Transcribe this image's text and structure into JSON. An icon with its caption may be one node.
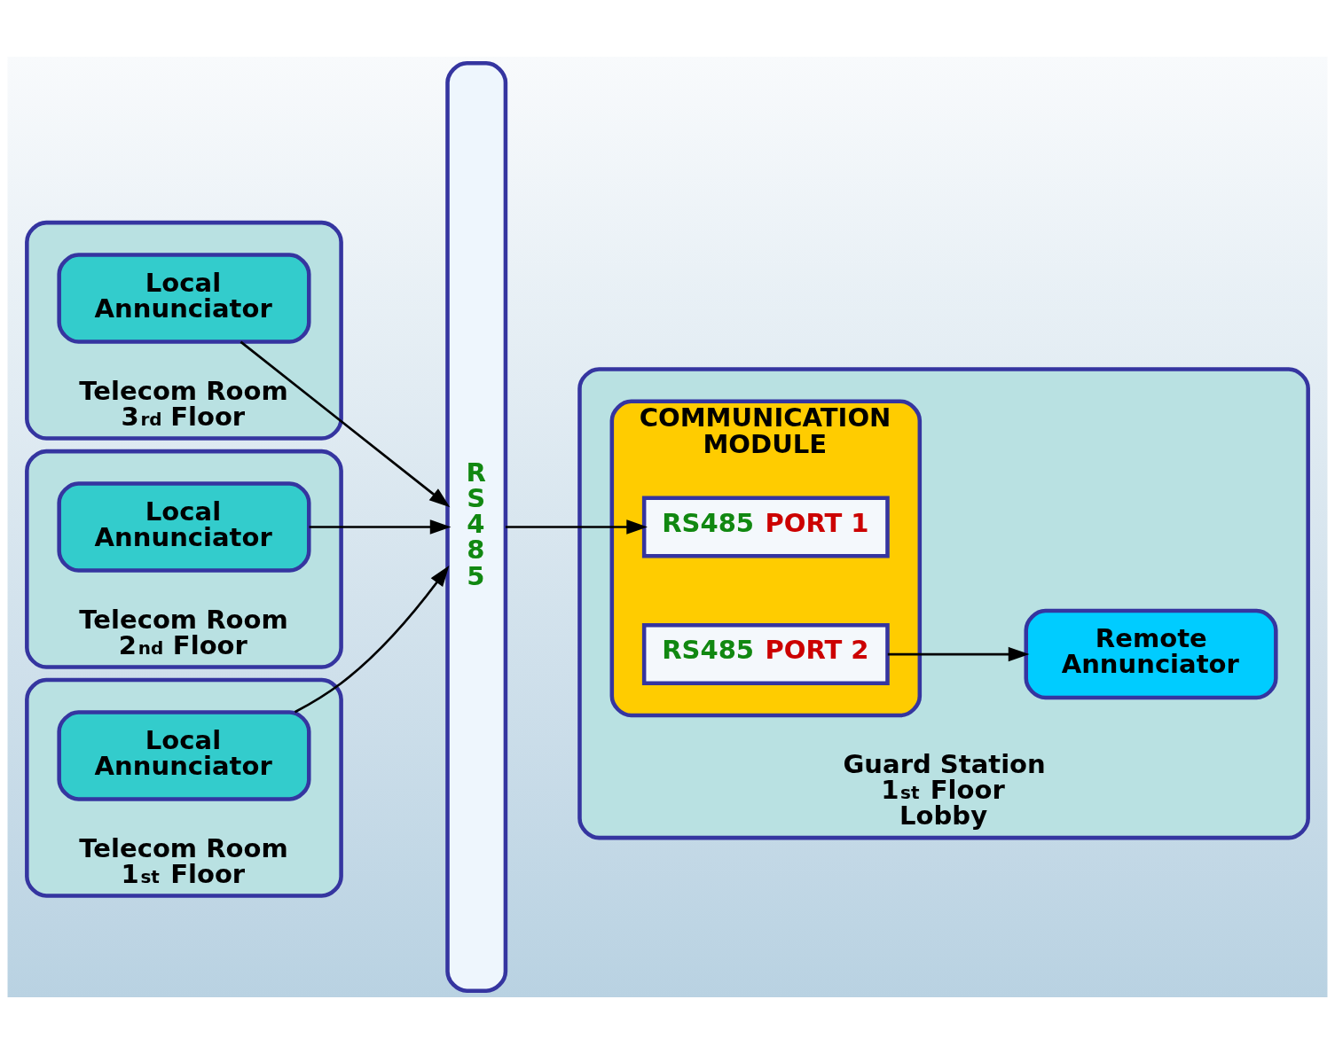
{
  "diagram": {
    "nodes": [
      {
        "text": [
          "Telecom Room 3$^{rd}$ Floor"
        ]
      },
      {
        "text": [
          "Local Annunciator"
        ],
        "in": 0
      },
      {
        "text": [
          "Telecom Room 2$^{nd}$ Floor"
        ]
      },
      {
        "text": [
          "Local Annunciator"
        ],
        "in": 2
      },
      {
        "text": [
          "Telecom Room 1$^{st}$ Floor"
        ]
      },
      {
        "text": [
          "Local Annunciator"
        ],
        "in": 4
      },
      {
        "text": [
          "RS485"
        ]
      },
      {
        "text": [
          "Guard Station 1$^{st}$ Floor Lobby"
        ]
      },
      {
        "text": [
          "COMMUNICATION MODULE"
        ],
        "in": 7
      },
      {
        "text": [
          "RS485 PORT 1"
        ],
        "in": 8
      },
      {
        "text": [
          "RS485 PORT 2"
        ],
        "in": 8
      },
      {
        "text": [
          "Remote Annunciator"
        ],
        "in": 7
      }
    ],
    "edges": [
      {
        "from": 1,
        "to": 6,
        "arrow": "to"
      },
      {
        "from": 3,
        "to": 6,
        "arrow": "to"
      },
      {
        "from": 5,
        "to": 6,
        "arrow": "to"
      },
      {
        "from": 6,
        "to": 9,
        "arrow": "to"
      },
      {
        "from": 10,
        "to": 11,
        "arrow": "to"
      }
    ]
  }
}
